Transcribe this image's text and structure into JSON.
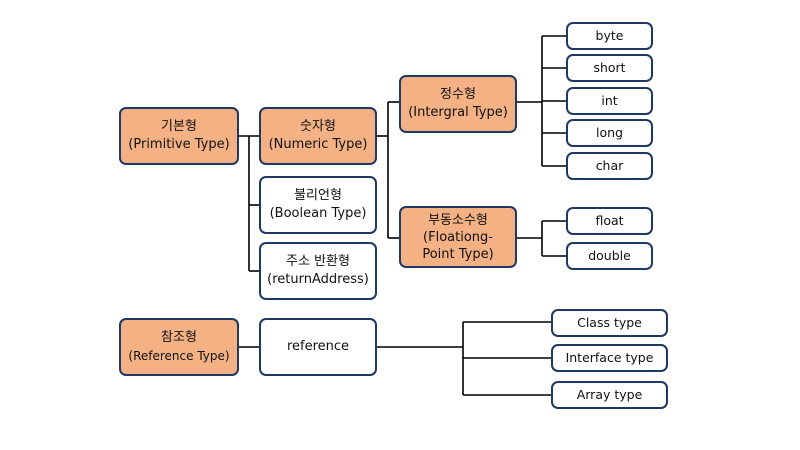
{
  "nodes": {
    "primitive": {
      "line1": "기본형",
      "line2": "(Primitive Type)"
    },
    "numeric": {
      "line1": "숫자형",
      "line2": "(Numeric Type)"
    },
    "integral": {
      "line1": "정수형",
      "line2": "(Intergral Type)"
    },
    "floating": {
      "line1": "부동소수형",
      "line2": "(Floationg-",
      "line3": "Point Type)"
    },
    "boolean": {
      "line1": "불리언형",
      "line2": "(Boolean Type)"
    },
    "return_address": {
      "line1": "주소 반환형",
      "line2": "(returnAddress)"
    },
    "byte": "byte",
    "short": "short",
    "int": "int",
    "long": "long",
    "char": "char",
    "float": "float",
    "double": "double",
    "reference_type": {
      "line1": "참조형",
      "line2": "(Reference Type)"
    },
    "reference": "reference",
    "class_type": "Class type",
    "interface_type": "Interface type",
    "array_type": "Array type"
  },
  "colors": {
    "orange_fill": "#f4b183",
    "border": "#1f3864",
    "connector": "#000000"
  }
}
